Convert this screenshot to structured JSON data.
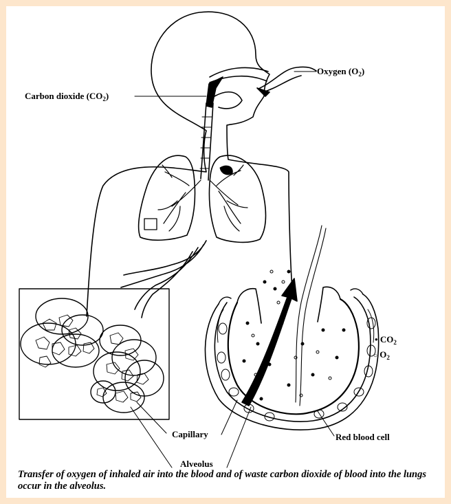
{
  "background_color": "#fde6cc",
  "labels": {
    "oxygen": {
      "text": "Oxygen (O",
      "sub": "2",
      "close": ")"
    },
    "carbon_dioxide": {
      "text": "Carbon dioxide (CO",
      "sub": "2",
      "close": ")"
    },
    "capillary": "Capillary",
    "alveolus": "Alveolus",
    "red_blood_cell": "Red blood cell"
  },
  "legend": {
    "co2": {
      "symbol": "•",
      "text": "CO",
      "sub": "2"
    },
    "o2": {
      "symbol": "○",
      "text": "O",
      "sub": "2"
    }
  },
  "caption": "Transfer of oxygen of inhaled air into the blood and of waste carbon dioxide of blood into the lungs occur in the alveolus."
}
